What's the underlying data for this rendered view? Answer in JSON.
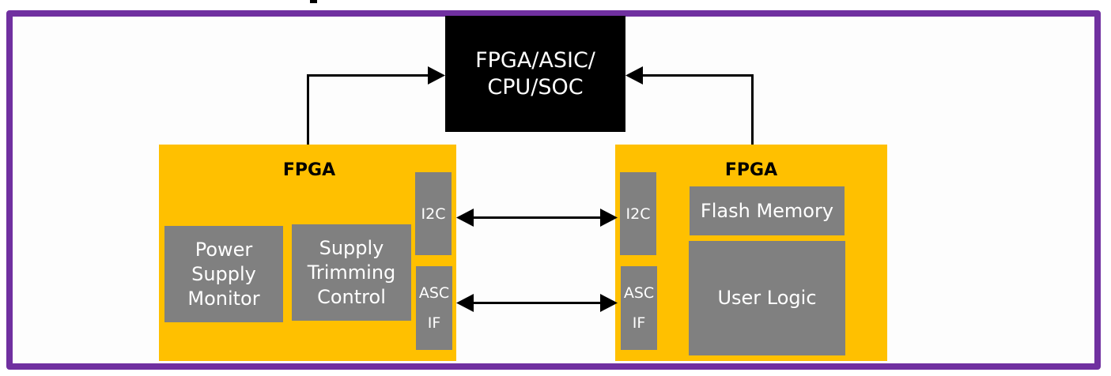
{
  "diagram": {
    "colors": {
      "frame": "#7030A0",
      "host_fill": "#000000",
      "host_text": "#FFFFFF",
      "fpga_fill": "#FFC000",
      "block_fill": "#808080",
      "block_text": "#FFFFFF",
      "connector": "#000000"
    },
    "host": {
      "label": "FPGA/ASIC/\nCPU/SOC"
    },
    "left_fpga": {
      "title": "FPGA",
      "blocks": {
        "power_supply_monitor": "Power\nSupply\nMonitor",
        "supply_trimming_control": "Supply\nTrimming\nControl",
        "i2c": "I2C",
        "asc_if": "ASC\nIF"
      }
    },
    "right_fpga": {
      "title": "FPGA",
      "blocks": {
        "i2c": "I2C",
        "asc_if": "ASC\nIF",
        "flash_memory": "Flash Memory",
        "user_logic": "User Logic"
      }
    },
    "connections": [
      {
        "from": "left_fpga",
        "to": "host",
        "type": "single-arrow"
      },
      {
        "from": "right_fpga",
        "to": "host",
        "type": "single-arrow"
      },
      {
        "from": "left_fpga.i2c",
        "to": "right_fpga.i2c",
        "type": "double-arrow"
      },
      {
        "from": "left_fpga.asc_if",
        "to": "right_fpga.asc_if",
        "type": "double-arrow"
      }
    ]
  }
}
